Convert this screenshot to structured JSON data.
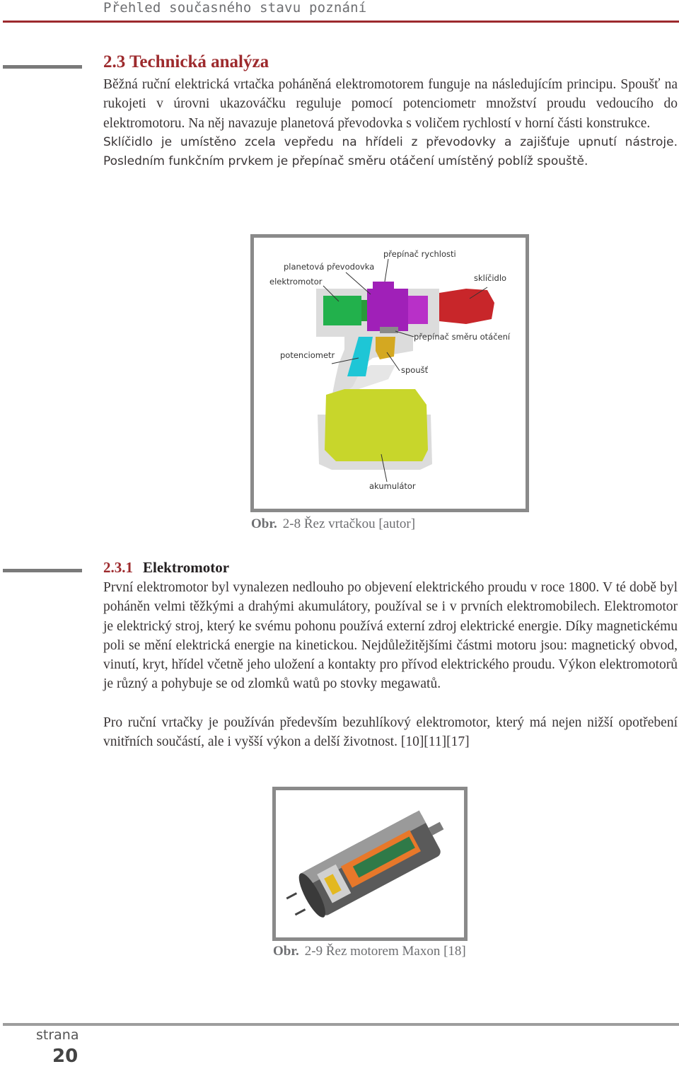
{
  "header": {
    "running_title": "Přehled současného stavu poznání"
  },
  "section": {
    "title": "2.3 Technická analýza",
    "paragraph_serif": "Běžná ruční elektrická vrtačka poháněná elektromotorem funguje na následujícím principu. Spoušť na rukojeti v úrovni ukazováčku reguluje pomocí potenciometr množství proudu vedoucího do elektromotoru. Na něj navazuje planetová převodovka s voličem rychlostí v horní části konstrukce.",
    "paragraph_sans": "Sklíčidlo je umístěno zcela vepředu na hřídeli z převodovky a zajišťuje upnutí nástroje. Posledním funkčním prvkem je přepínač směru otáčení umístěný poblíž spouště."
  },
  "figure1": {
    "labels": {
      "speed_switch": "přepínač rychlosti",
      "gearbox": "planetová převodovka",
      "motor": "elektromotor",
      "chuck": "sklíčidlo",
      "direction_switch": "přepínač směru otáčení",
      "potentiometer": "potenciometr",
      "trigger": "spoušť",
      "battery": "akumulátor"
    },
    "caption_label": "Obr.",
    "caption_text": "2-8 Řez vrtačkou [autor]",
    "colors": {
      "motor": "#22b14c",
      "gearbox": "#a020b8",
      "chuck": "#c8262a",
      "potentiometer": "#1ec6d6",
      "trigger": "#d4a821",
      "battery": "#c8d62b",
      "housing": "#dcdcdc"
    }
  },
  "subsection": {
    "number": "2.3.1",
    "title": "Elektromotor",
    "paragraph1": "První elektromotor byl vynalezen nedlouho po objevení elektrického proudu v roce 1800. V té době byl poháněn velmi těžkými a drahými akumulátory, používal se i v prvních elektromobilech. Elektromotor je elektrický stroj, který ke svému pohonu používá externí zdroj elektrické energie. Díky magnetickému poli se mění elektrická energie na kinetickou. Nejdůležitějšími částmi motoru jsou: magnetický obvod, vinutí, kryt, hřídel včetně jeho uložení a kontakty pro přívod elektrického proudu. Výkon elektromotorů je různý a pohybuje se od zlomků watů po stovky megawatů.",
    "paragraph2": "Pro ruční vrtačky je používán především bezuhlíkový elektromotor, který má nejen nižší opotřebení vnitřních součástí, ale i vyšší výkon a delší životnost. [10][11][17]"
  },
  "figure2": {
    "caption_label": "Obr.",
    "caption_text": "2-9 Řez motorem Maxon [18]"
  },
  "footer": {
    "page_word": "strana",
    "page_number": "20"
  }
}
